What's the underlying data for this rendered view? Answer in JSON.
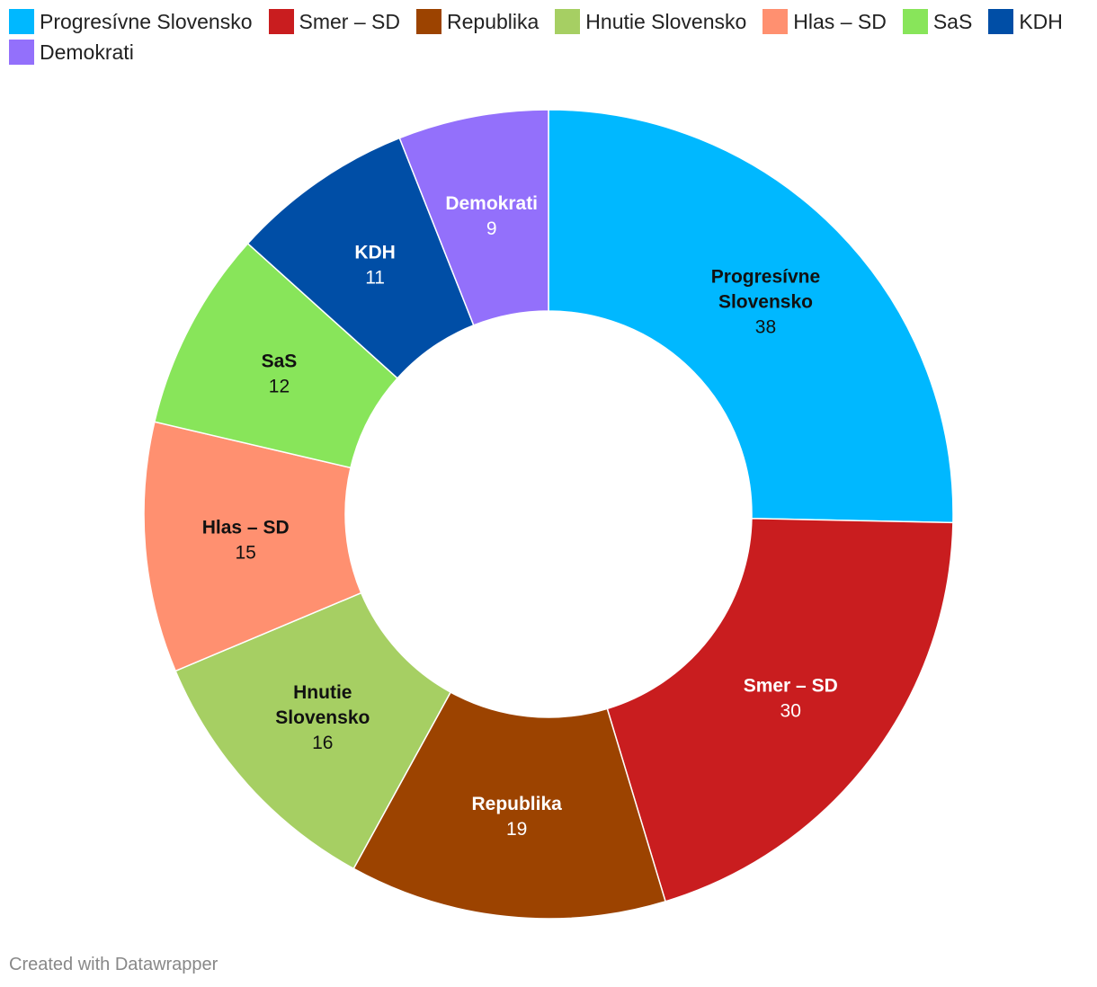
{
  "chart_data": {
    "type": "pie",
    "variant": "donut",
    "title": "",
    "legend_position": "top-left",
    "slices": [
      {
        "name": "Progresívne Slovensko",
        "value": 38,
        "color": "#00b8ff",
        "label_lines": [
          "Progresívne",
          "Slovensko"
        ],
        "label_color": "#111111"
      },
      {
        "name": "Smer – SD",
        "value": 30,
        "color": "#c91d1f",
        "label_lines": [
          "Smer – SD"
        ],
        "label_color": "#ffffff"
      },
      {
        "name": "Republika",
        "value": 19,
        "color": "#9c4300",
        "label_lines": [
          "Republika"
        ],
        "label_color": "#ffffff"
      },
      {
        "name": "Hnutie Slovensko",
        "value": 16,
        "color": "#a6cf63",
        "label_lines": [
          "Hnutie",
          "Slovensko"
        ],
        "label_color": "#111111"
      },
      {
        "name": "Hlas – SD",
        "value": 15,
        "color": "#ff9070",
        "label_lines": [
          "Hlas – SD"
        ],
        "label_color": "#111111"
      },
      {
        "name": "SaS",
        "value": 12,
        "color": "#88e55a",
        "label_lines": [
          "SaS"
        ],
        "label_color": "#111111"
      },
      {
        "name": "KDH",
        "value": 11,
        "color": "#004ea6",
        "label_lines": [
          "KDH"
        ],
        "label_color": "#ffffff"
      },
      {
        "name": "Demokrati",
        "value": 9,
        "color": "#9370fb",
        "label_lines": [
          "Demokrati"
        ],
        "label_color": "#ffffff"
      }
    ]
  },
  "footer": {
    "credit": "Created with Datawrapper"
  }
}
